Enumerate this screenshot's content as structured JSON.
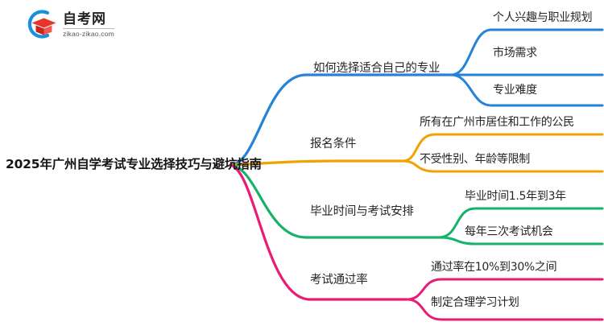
{
  "logo": {
    "name_cn": "自考网",
    "url": "zikao-zikao.com",
    "mark_icon": "graduation-cap-icon",
    "arc_color": "#1a8fe0",
    "cap_color": "#e8342a"
  },
  "mindmap": {
    "root": {
      "label": "2025年广州自学考试专业选择技巧与避坑指南"
    },
    "branches": [
      {
        "label": "如何选择适合自己的专业",
        "color": "#2483d6",
        "children": [
          {
            "label": "个人兴趣与职业规划"
          },
          {
            "label": "市场需求"
          },
          {
            "label": "专业难度"
          }
        ]
      },
      {
        "label": "报名条件",
        "color": "#f0a202",
        "children": [
          {
            "label": "所有在广州市居住和工作的公民"
          },
          {
            "label": "不受性别、年龄等限制"
          }
        ]
      },
      {
        "label": "毕业时间与考试安排",
        "color": "#16b26a",
        "children": [
          {
            "label": "毕业时间1.5年到3年"
          },
          {
            "label": "每年三次考试机会"
          }
        ]
      },
      {
        "label": "考试通过率",
        "color": "#ea1a77",
        "children": [
          {
            "label": "通过率在10%到30%之间"
          },
          {
            "label": "制定合理学习计划"
          }
        ]
      }
    ]
  }
}
